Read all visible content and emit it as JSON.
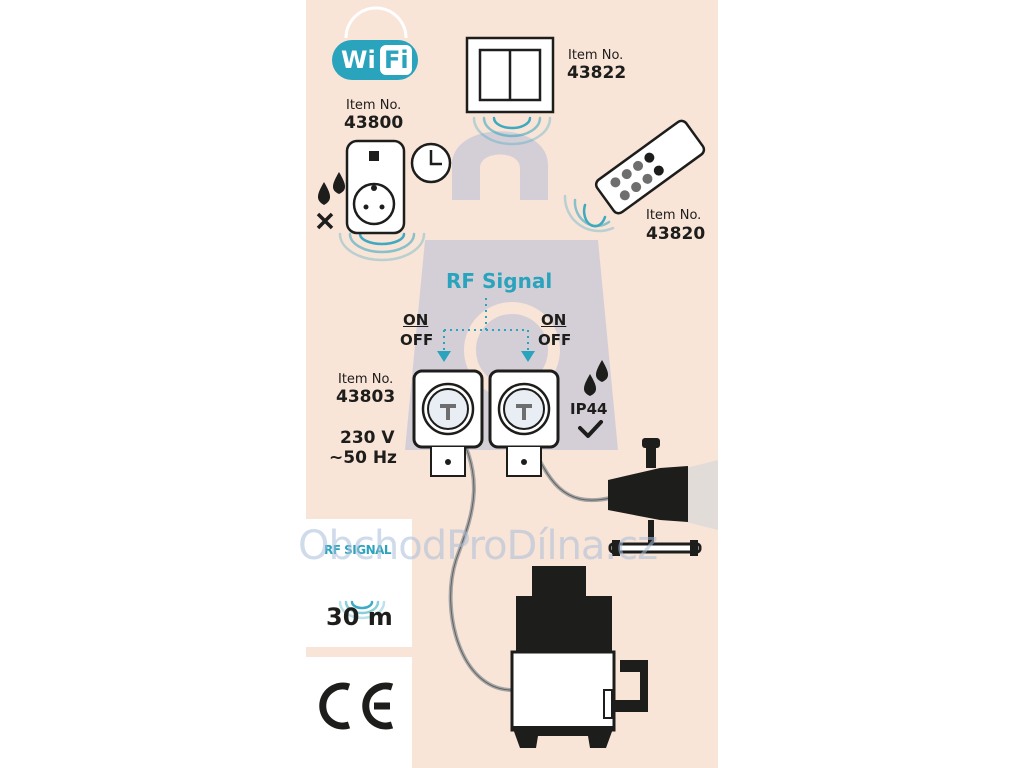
{
  "colors": {
    "panel": "#f9e4d8",
    "accent": "#2aa3bd",
    "ink": "#1d1d1b",
    "watermark_blue": "#9aaed6"
  },
  "wifi_badge": {
    "wi": "Wi",
    "fi": "Fi"
  },
  "item_label": "Item No.",
  "items": {
    "smart_plug": "43800",
    "wall_switch": "43822",
    "remote": "43820",
    "outdoor_socket": "43803"
  },
  "rf_signal_title": "RF Signal",
  "on_label": "ON",
  "off_label": "OFF",
  "ip_rating": "IP44",
  "power": {
    "voltage": "230 V",
    "frequency": "~50 Hz"
  },
  "range_card": {
    "label": "RF SIGNAL",
    "distance": "30 m"
  },
  "ce_mark": "CE",
  "watermark": "ObchodProDílna.cz",
  "icons": [
    "wifi-icon",
    "wall-switch-icon",
    "smart-plug-icon",
    "clock-icon",
    "water-drops-icon",
    "remote-icon",
    "outdoor-socket-icon",
    "floodlight-icon",
    "submersible-pump-icon",
    "checkmark-icon",
    "ce-icon"
  ]
}
